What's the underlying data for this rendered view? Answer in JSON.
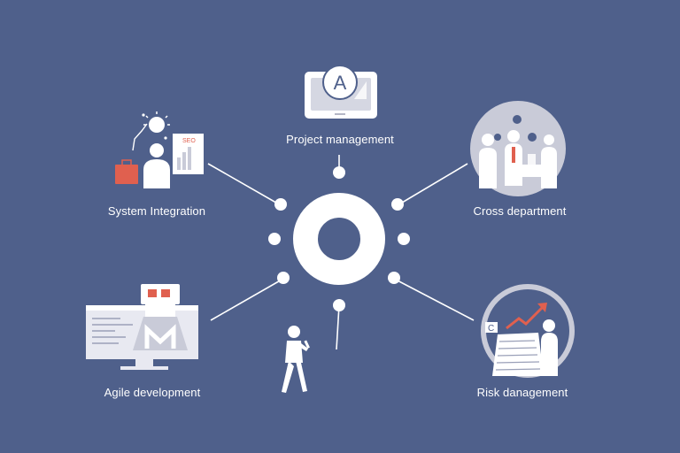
{
  "colors": {
    "background": "#4f608b",
    "node": "#ffffff",
    "connector": "#ffffff",
    "accent_red": "#e0604f",
    "panel_light": "#e8e9f1",
    "figure_gray": "#c9cbd8"
  },
  "nodes": [
    {
      "id": "project-management",
      "label": "Project management",
      "icon": "tablet-letter-icon",
      "icon_text": "A"
    },
    {
      "id": "system-integration",
      "label": "System Integration",
      "icon": "person-with-chart-icon",
      "icon_text": "SEO"
    },
    {
      "id": "cross-department",
      "label": "Cross department",
      "icon": "team-people-icon"
    },
    {
      "id": "agile-development",
      "label": "Agile development",
      "icon": "monitor-robot-icon"
    },
    {
      "id": "risk-management",
      "label": "Risk danagement",
      "icon": "growth-chart-person-icon",
      "icon_text": "C"
    }
  ],
  "hub": {
    "icon": "ring-hub-icon"
  },
  "center_figure": {
    "icon": "walking-person-phone-icon"
  }
}
